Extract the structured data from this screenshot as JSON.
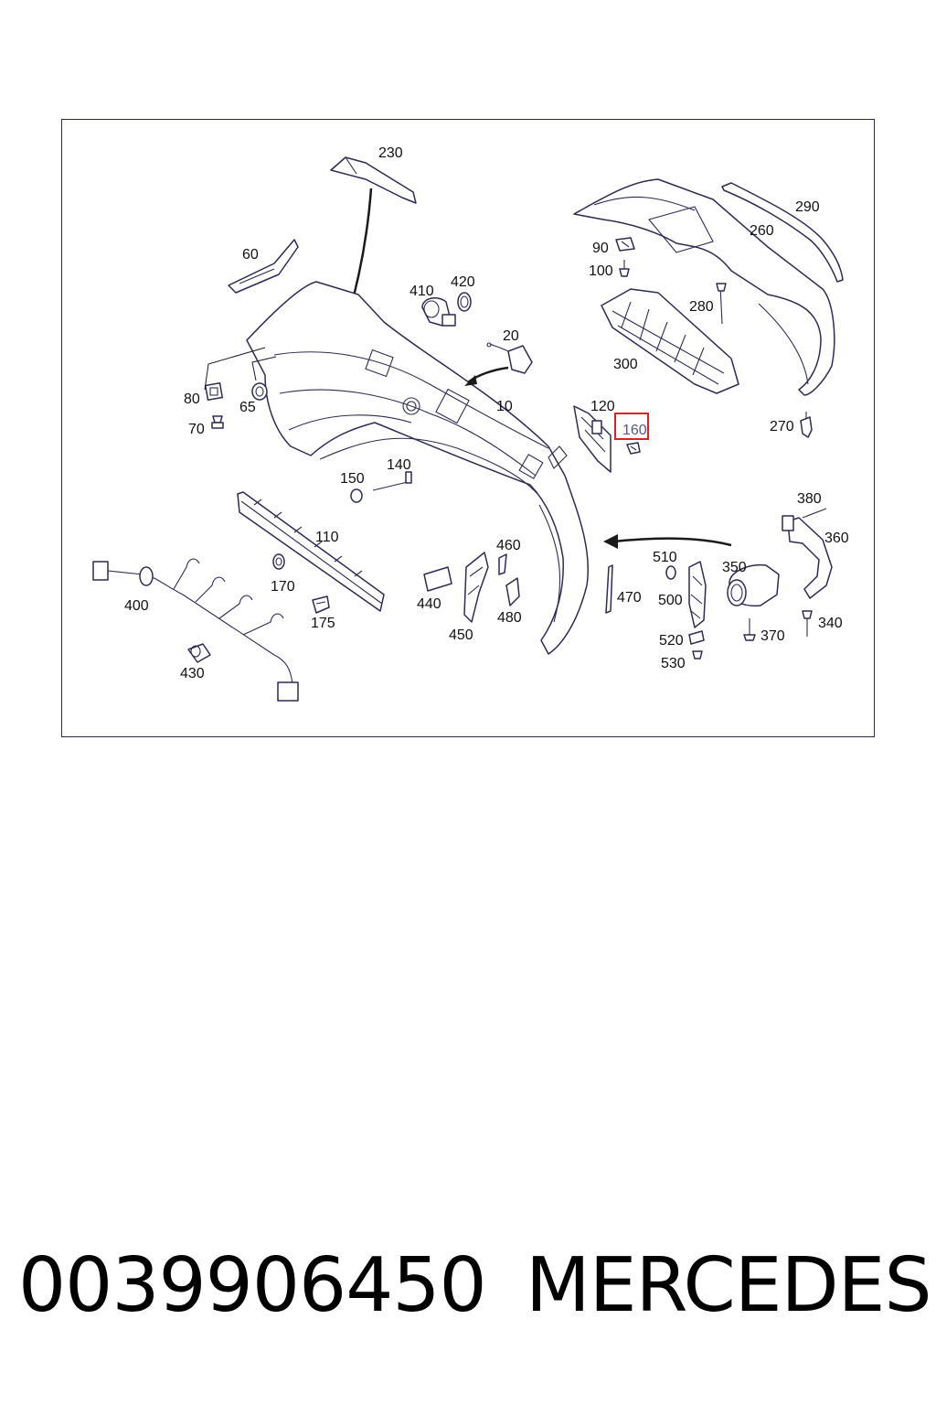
{
  "diagram": {
    "callouts": {
      "c10": "10",
      "c20": "20",
      "c60": "60",
      "c65": "65",
      "c70": "70",
      "c80": "80",
      "c90": "90",
      "c100": "100",
      "c110": "110",
      "c120": "120",
      "c140": "140",
      "c150": "150",
      "c160": "160",
      "c170": "170",
      "c175": "175",
      "c230": "230",
      "c260": "260",
      "c270": "270",
      "c280": "280",
      "c290": "290",
      "c300": "300",
      "c340": "340",
      "c350": "350",
      "c360": "360",
      "c370": "370",
      "c380": "380",
      "c400": "400",
      "c410": "410",
      "c420": "420",
      "c430": "430",
      "c440": "440",
      "c450": "450",
      "c460": "460",
      "c470": "470",
      "c480": "480",
      "c500": "500",
      "c510": "510",
      "c520": "520",
      "c530": "530"
    },
    "highlighted_callout": "160",
    "highlight_color": "#e02020",
    "line_color": "#2c2c54"
  },
  "footer": {
    "part_number": "0039906450",
    "brand": "MERCEDES"
  }
}
